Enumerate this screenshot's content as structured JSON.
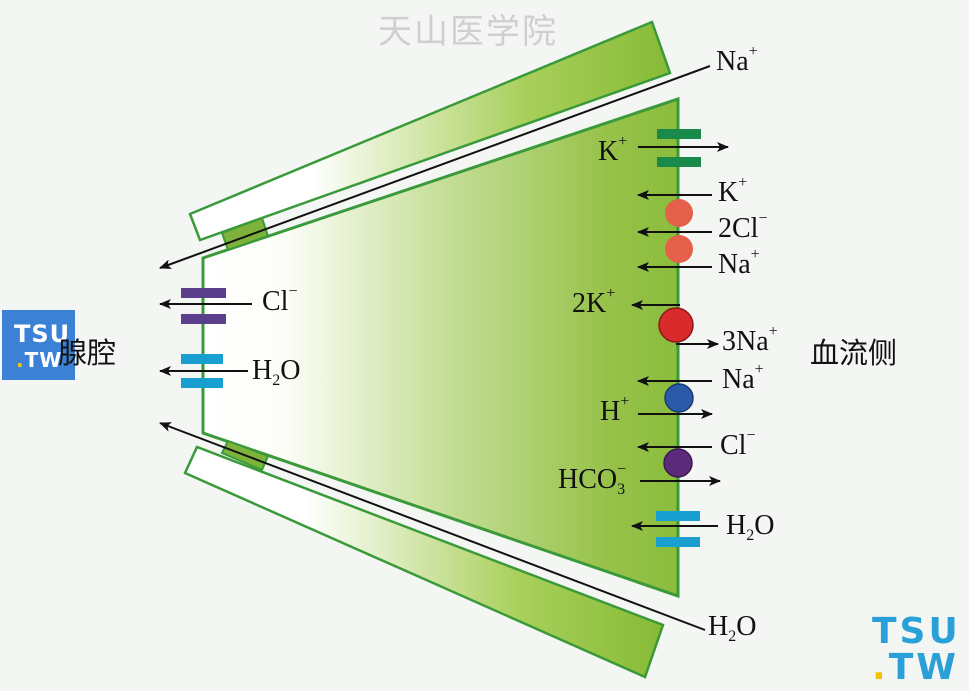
{
  "title": "天山医学院",
  "side_labels": {
    "lumen": "腺腔",
    "blood": "血流侧"
  },
  "logo": {
    "line1": "TSU",
    "dot": ".",
    "line2": "TW"
  },
  "top_pathway": {
    "ion": "Na",
    "charge": "+"
  },
  "bottom_pathway": {
    "ion": "H",
    "sub": "2",
    "rest": "O"
  },
  "apical": {
    "cl": {
      "ion": "Cl",
      "charge": "−"
    },
    "water": {
      "ion": "H",
      "sub": "2",
      "rest": "O"
    }
  },
  "basolateral": {
    "k_channel": {
      "ion": "K",
      "charge": "+"
    },
    "nkcc_k": {
      "ion": "K",
      "charge": "+"
    },
    "nkcc_cl": {
      "ion": "2Cl",
      "charge": "−"
    },
    "nkcc_na": {
      "ion": "Na",
      "charge": "+"
    },
    "pump_k": {
      "ion": "2K",
      "charge": "+"
    },
    "pump_na": {
      "ion": "3Na",
      "charge": "+"
    },
    "nhe_na": {
      "ion": "Na",
      "charge": "+"
    },
    "nhe_h": {
      "ion": "H",
      "charge": "+"
    },
    "ae_cl": {
      "ion": "Cl",
      "charge": "−"
    },
    "ae_hco3": {
      "ion": "HCO",
      "sub": "3",
      "charge": "−"
    },
    "water": {
      "ion": "H",
      "sub": "2",
      "rest": "O"
    }
  },
  "colors": {
    "cell_dark": "#8bbd3c",
    "cell_light": "#ffffff",
    "outline": "#3a9a3a",
    "tight_junction": "#7fb23a",
    "k_channel": "#1a8a4a",
    "cl_channel": "#5b3f8c",
    "aquaporin": "#1aa0d0",
    "nkcc": "#e5604a",
    "pump": "#d92b2b",
    "nhe": "#2a5aa8",
    "ae": "#5c2a7a"
  }
}
